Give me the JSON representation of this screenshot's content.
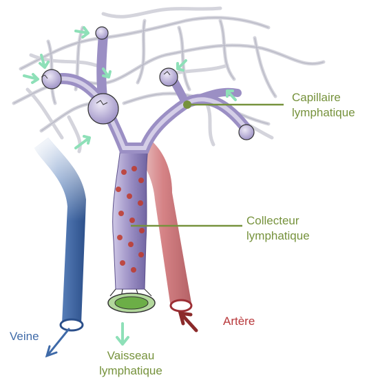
{
  "labels": {
    "capillary_line1": "Capillaire",
    "capillary_line2": "lymphatique",
    "collector_line1": "Collecteur",
    "collector_line2": "lymphatique",
    "vein": "Veine",
    "artery": "Artère",
    "vessel_line1": "Vaisseau",
    "vessel_line2": "lymphatique"
  },
  "colors": {
    "label_green": "#76923c",
    "vein_blue": "#3f6aa8",
    "artery_red": "#b8383b",
    "lymph_purple": "#9b8fc4",
    "arrow_mint": "#8ee0b8"
  }
}
